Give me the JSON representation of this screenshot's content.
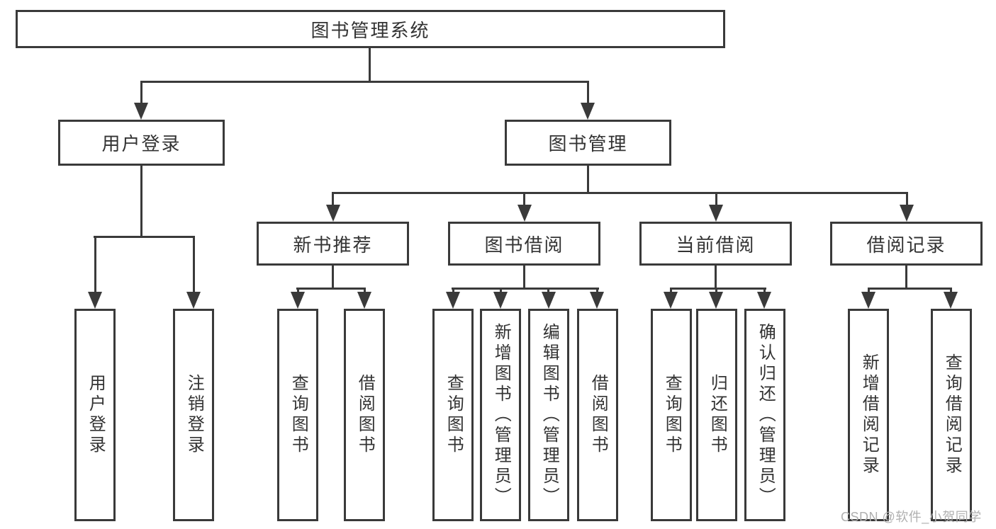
{
  "diagram": {
    "root": {
      "label": "图书管理系统"
    },
    "branches": [
      {
        "label": "用户登录",
        "children": [
          {
            "label": "用户登录"
          },
          {
            "label": "注销登录"
          }
        ]
      },
      {
        "label": "图书管理",
        "children": [
          {
            "label": "新书推荐",
            "children": [
              {
                "label": "查询图书"
              },
              {
                "label": "借阅图书"
              }
            ]
          },
          {
            "label": "图书借阅",
            "children": [
              {
                "label": "查询图书"
              },
              {
                "label": "新增图书（管理员）"
              },
              {
                "label": "编辑图书（管理员）"
              },
              {
                "label": "借阅图书"
              }
            ]
          },
          {
            "label": "当前借阅",
            "children": [
              {
                "label": "查询图书"
              },
              {
                "label": "归还图书"
              },
              {
                "label": "确认归还（管理员）"
              }
            ]
          },
          {
            "label": "借阅记录",
            "children": [
              {
                "label": "新增借阅记录"
              },
              {
                "label": "查询借阅记录"
              }
            ]
          }
        ]
      }
    ]
  },
  "watermark": {
    "text": "CSDN @软件_小贺同学"
  },
  "colors": {
    "line": "#3a3a3a",
    "text": "#333333",
    "watermark": "#b0b0b0",
    "background": "#ffffff"
  }
}
